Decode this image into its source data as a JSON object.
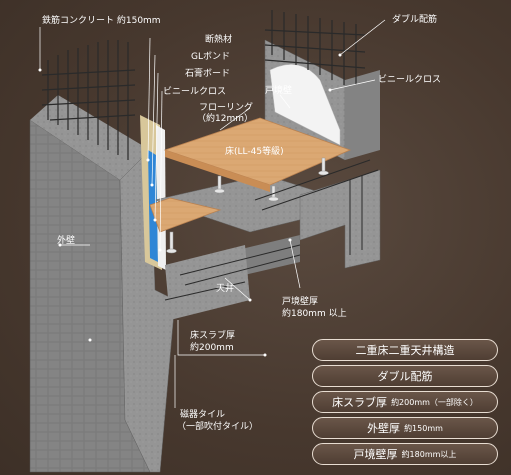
{
  "labels": {
    "rebar_concrete": "鉄筋コンクリート 約150mm",
    "insulation": "断熱材",
    "gl_bond": "GLボンド",
    "plasterboard": "石膏ボード",
    "vinyl_left": "ビニールクロス",
    "flooring_line1": "フローリング",
    "flooring_line2": "（約12mm）",
    "double_rebar": "ダブル配筋",
    "party_wall": "戸境壁",
    "vinyl_right": "ビニールクロス",
    "floor_grade": "床(LL-45等級)",
    "outer_wall": "外壁",
    "ceiling": "天井",
    "party_wall_thickness_line1": "戸境壁厚",
    "party_wall_thickness_line2": "約180mm 以上",
    "slab_line1": "床スラブ厚",
    "slab_line2": "約200mm",
    "tile_line1": "磁器タイル",
    "tile_line2": "（一部吹付タイル）"
  },
  "legend": [
    {
      "main": "二重床二重天井構造",
      "sub": ""
    },
    {
      "main": "ダブル配筋",
      "sub": ""
    },
    {
      "main": "床スラブ厚",
      "sub": "約200mm（一部除く）"
    },
    {
      "main": "外壁厚",
      "sub": "約150mm"
    },
    {
      "main": "戸境壁厚",
      "sub": "約180mm以上"
    }
  ],
  "colors": {
    "background": "#4a3a30",
    "concrete": "#8c8c8c",
    "tile_wall": "#777777",
    "flooring": "#d9a571",
    "insulation": "#2f86d6",
    "plasterboard": "#d8c79a",
    "vinyl": "#f2f2f2",
    "rebar": "#2a2a2a"
  }
}
